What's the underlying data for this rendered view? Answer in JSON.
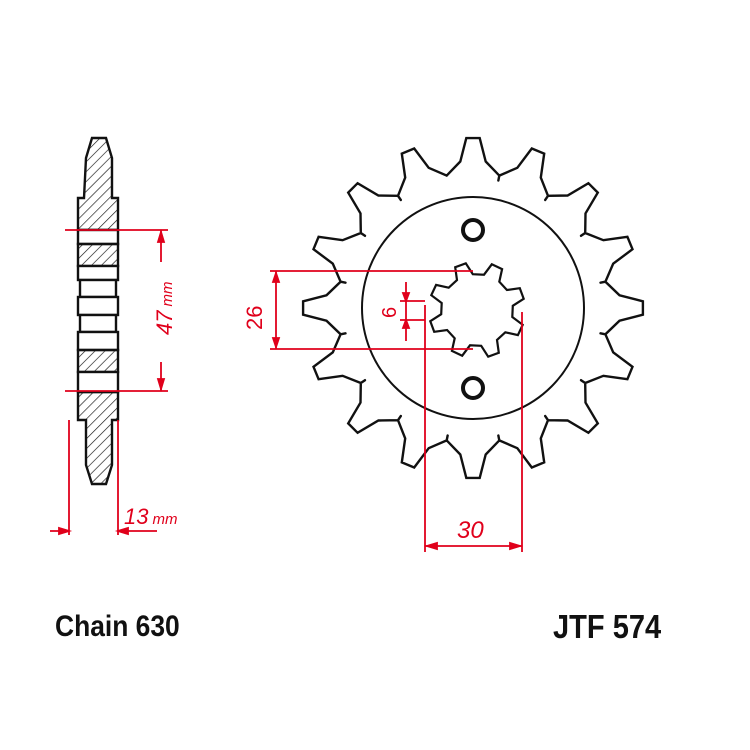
{
  "part_number": "JTF 574",
  "chain_label": "Chain 630",
  "sprocket": {
    "teeth": 16,
    "bolt_holes": 2,
    "spline_teeth": 8
  },
  "dimensions": {
    "width": {
      "value": "13",
      "unit": "mm"
    },
    "height": {
      "value": "47",
      "unit": "mm"
    },
    "bore_inner": "26",
    "spline_width": "6",
    "bore_outer": "30"
  },
  "colors": {
    "outline": "#111111",
    "dimension": "#e0001b"
  }
}
